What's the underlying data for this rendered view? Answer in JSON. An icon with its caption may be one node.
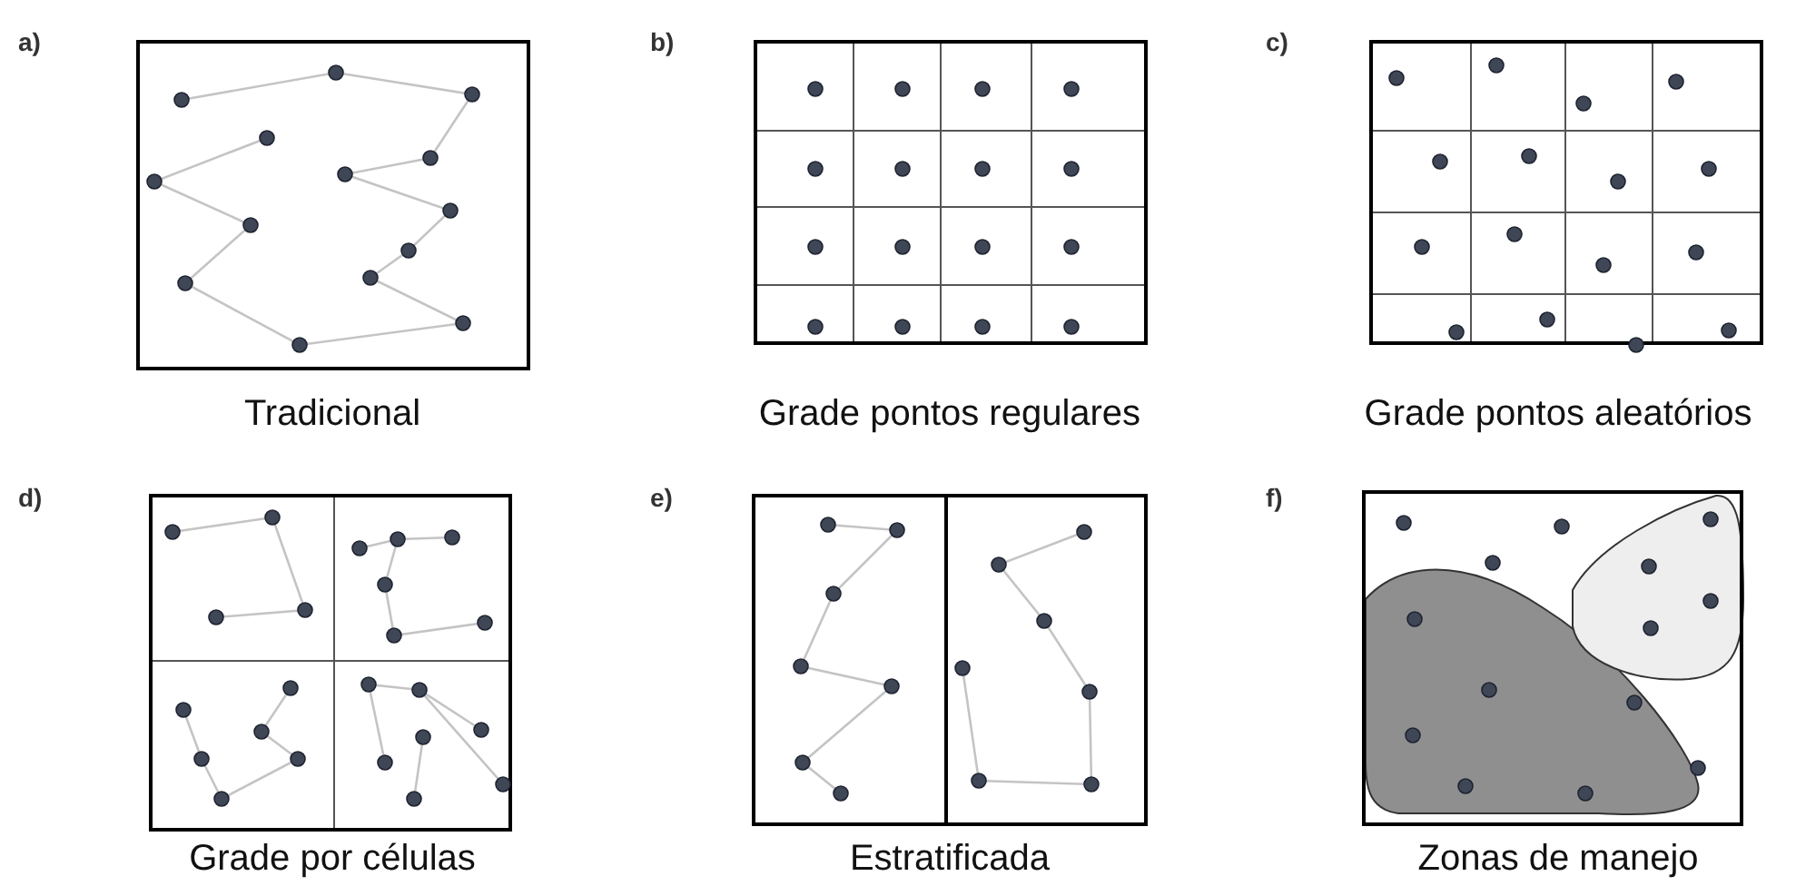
{
  "diagram": {
    "nodes": [
      {
        "text": [
          "Tradicional"
        ]
      },
      {
        "text": [
          "Grade pontos regulares"
        ]
      },
      {
        "text": [
          "Grade pontos aleatórios"
        ]
      },
      {
        "text": [
          "Grade por células"
        ]
      },
      {
        "text": [
          "Estratificada"
        ]
      },
      {
        "text": [
          "Zonas de manejo"
        ]
      }
    ],
    "labels": [
      "a)",
      "b)",
      "c)",
      "d)",
      "e)",
      "f)"
    ]
  }
}
